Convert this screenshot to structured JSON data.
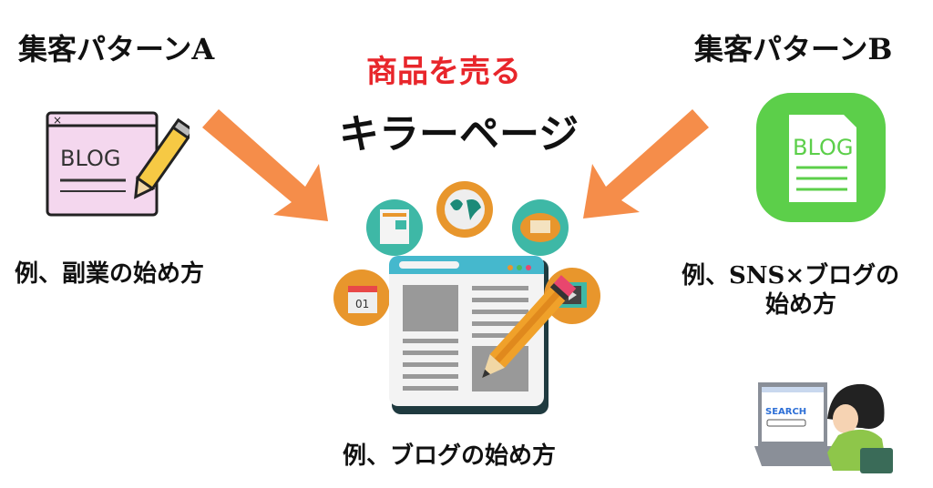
{
  "pattern_a": {
    "title": "集客パターンA",
    "example": "例、副業の始め方",
    "icon_text": "BLOG"
  },
  "pattern_b": {
    "title": "集客パターンB",
    "example_line1": "例、SNS×ブログの",
    "example_line2": "始め方",
    "icon_text": "BLOG"
  },
  "center": {
    "subtitle": "商品を売る",
    "title": "キラーページ",
    "example": "例、ブログの始め方",
    "calendar_text": "01"
  },
  "illustration": {
    "search_text": "SEARCH"
  },
  "colors": {
    "arrow": "#f58d4a",
    "red": "#e8262b",
    "green": "#5ccf4a",
    "teal": "#3eb8a6",
    "orange": "#e8962c"
  }
}
